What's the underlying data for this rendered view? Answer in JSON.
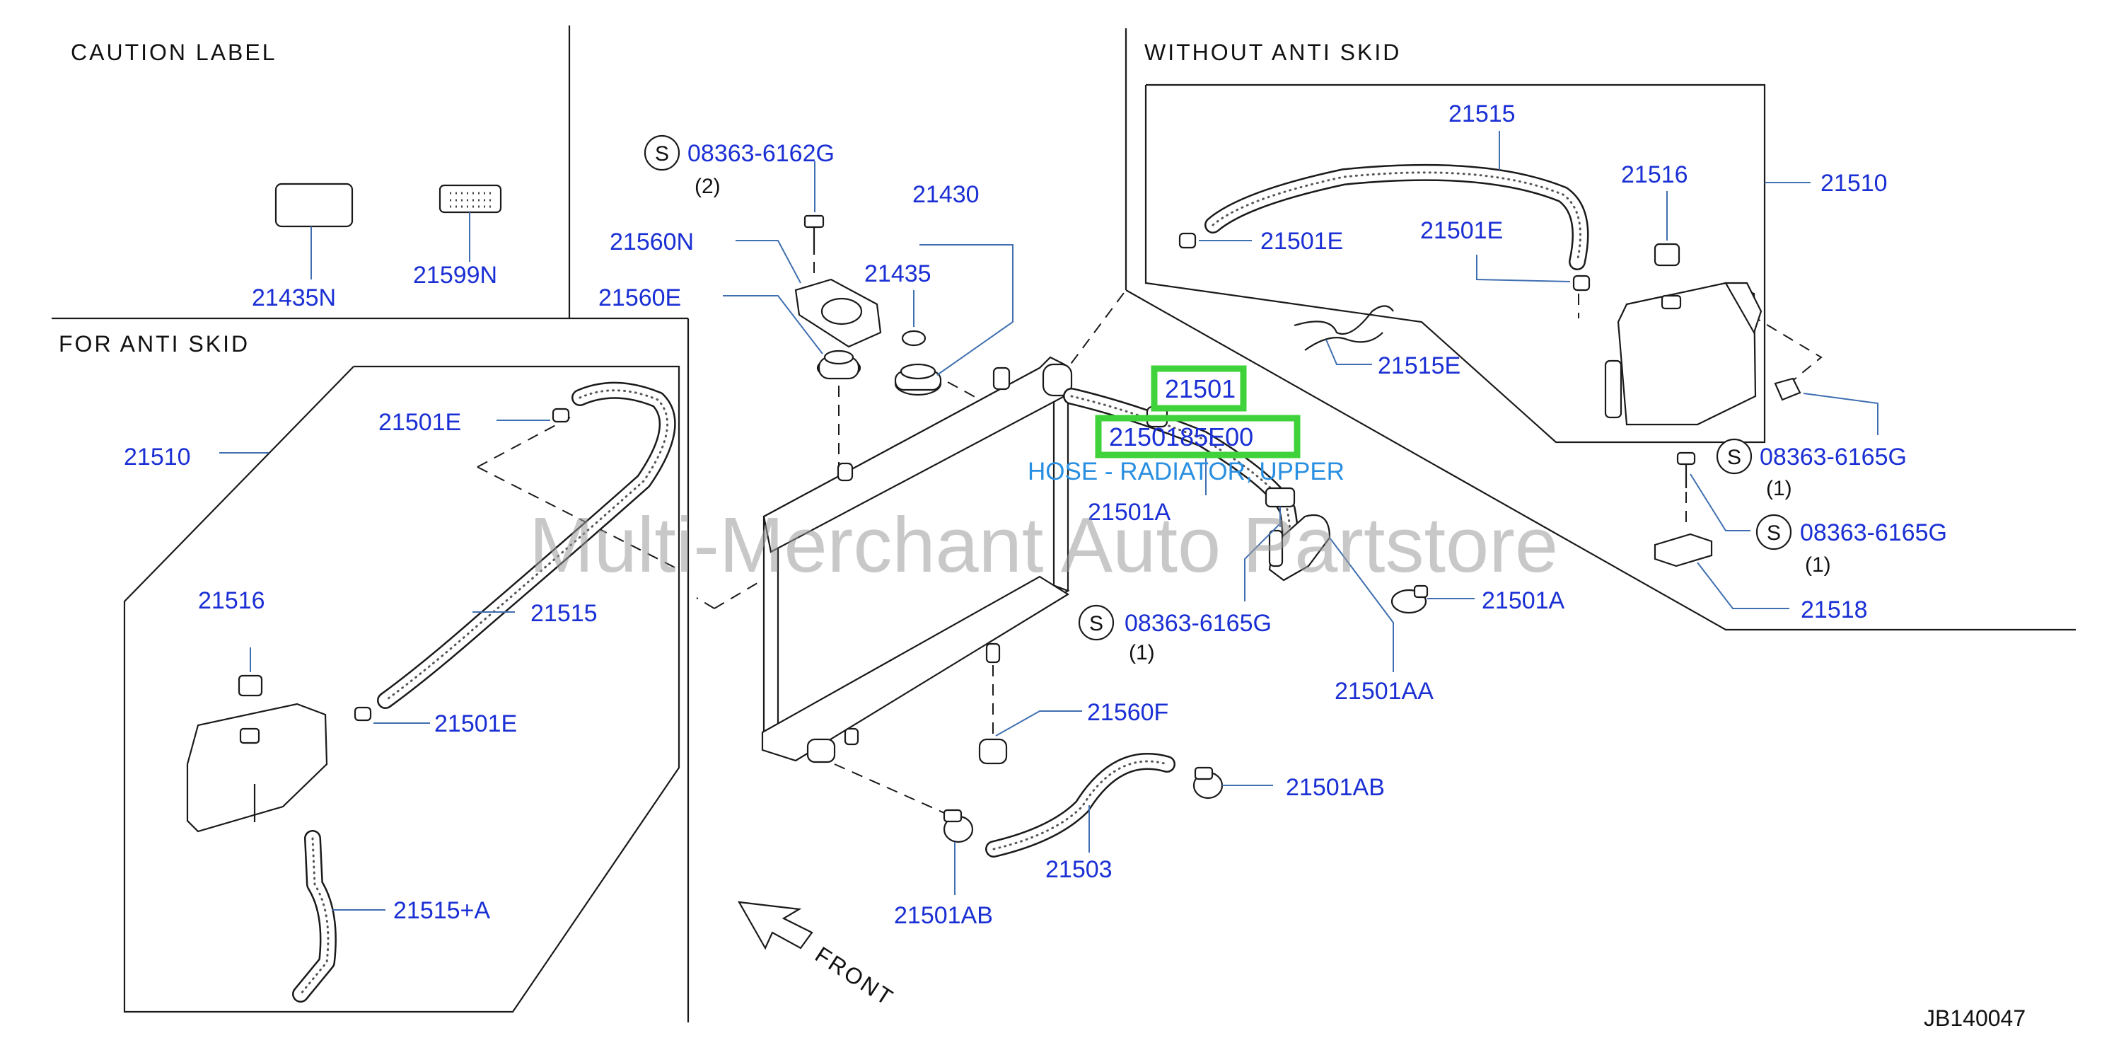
{
  "section_labels": {
    "caution": "CAUTION   LABEL",
    "for_anti_skid": "FOR   ANTI   SKID",
    "without_anti_skid": "WITHOUT   ANTI   SKID"
  },
  "callouts": {
    "p21435N": "21435N",
    "p21599N": "21599N",
    "p21510_left": "21510",
    "p21501E_left_top": "21501E",
    "p21516_left": "21516",
    "p21515_left": "21515",
    "p21501E_left_bottom": "21501E",
    "p21515A": "21515+A",
    "s08363_6162G": "08363-6162G",
    "qty_6162G": "(2)",
    "p21560N": "21560N",
    "p21560E": "21560E",
    "p21430": "21430",
    "p21435": "21435",
    "p21501A_upper": "21501A",
    "s08363_6165G_center": "08363-6165G",
    "qty_6165G_center": "(1)",
    "p21560F": "21560F",
    "p21501AB_right": "21501AB",
    "p21503": "21503",
    "p21501AB_bottom": "21501AB",
    "p21501AA": "21501AA",
    "p21501A_right": "21501A",
    "p21515_right": "21515",
    "p21516_right": "21516",
    "p21510_right": "21510",
    "p21501E_right_a": "21501E",
    "p21501E_right_b": "21501E",
    "p21515E": "21515E",
    "s08363_6165G_right1": "08363-6165G",
    "qty_6165G_right1": "(1)",
    "s08363_6165G_right2": "08363-6165G",
    "qty_6165G_right2": "(1)",
    "p21518": "21518"
  },
  "highlight": {
    "part_number": "21501",
    "full_number": "2150185E00",
    "description": "HOSE - RADIATOR, UPPER",
    "box_color": "#3fd23a"
  },
  "symbols": {
    "screw_marker": "S"
  },
  "front_label": "FRONT",
  "watermark": "Multi-Merchant Auto Partstore",
  "diagram_ref": "JB140047",
  "colors": {
    "part_label": "#1a2fd4",
    "description": "#2a8fe0",
    "line_art": "#1a1a1a",
    "leader": "#3f6fb0"
  }
}
